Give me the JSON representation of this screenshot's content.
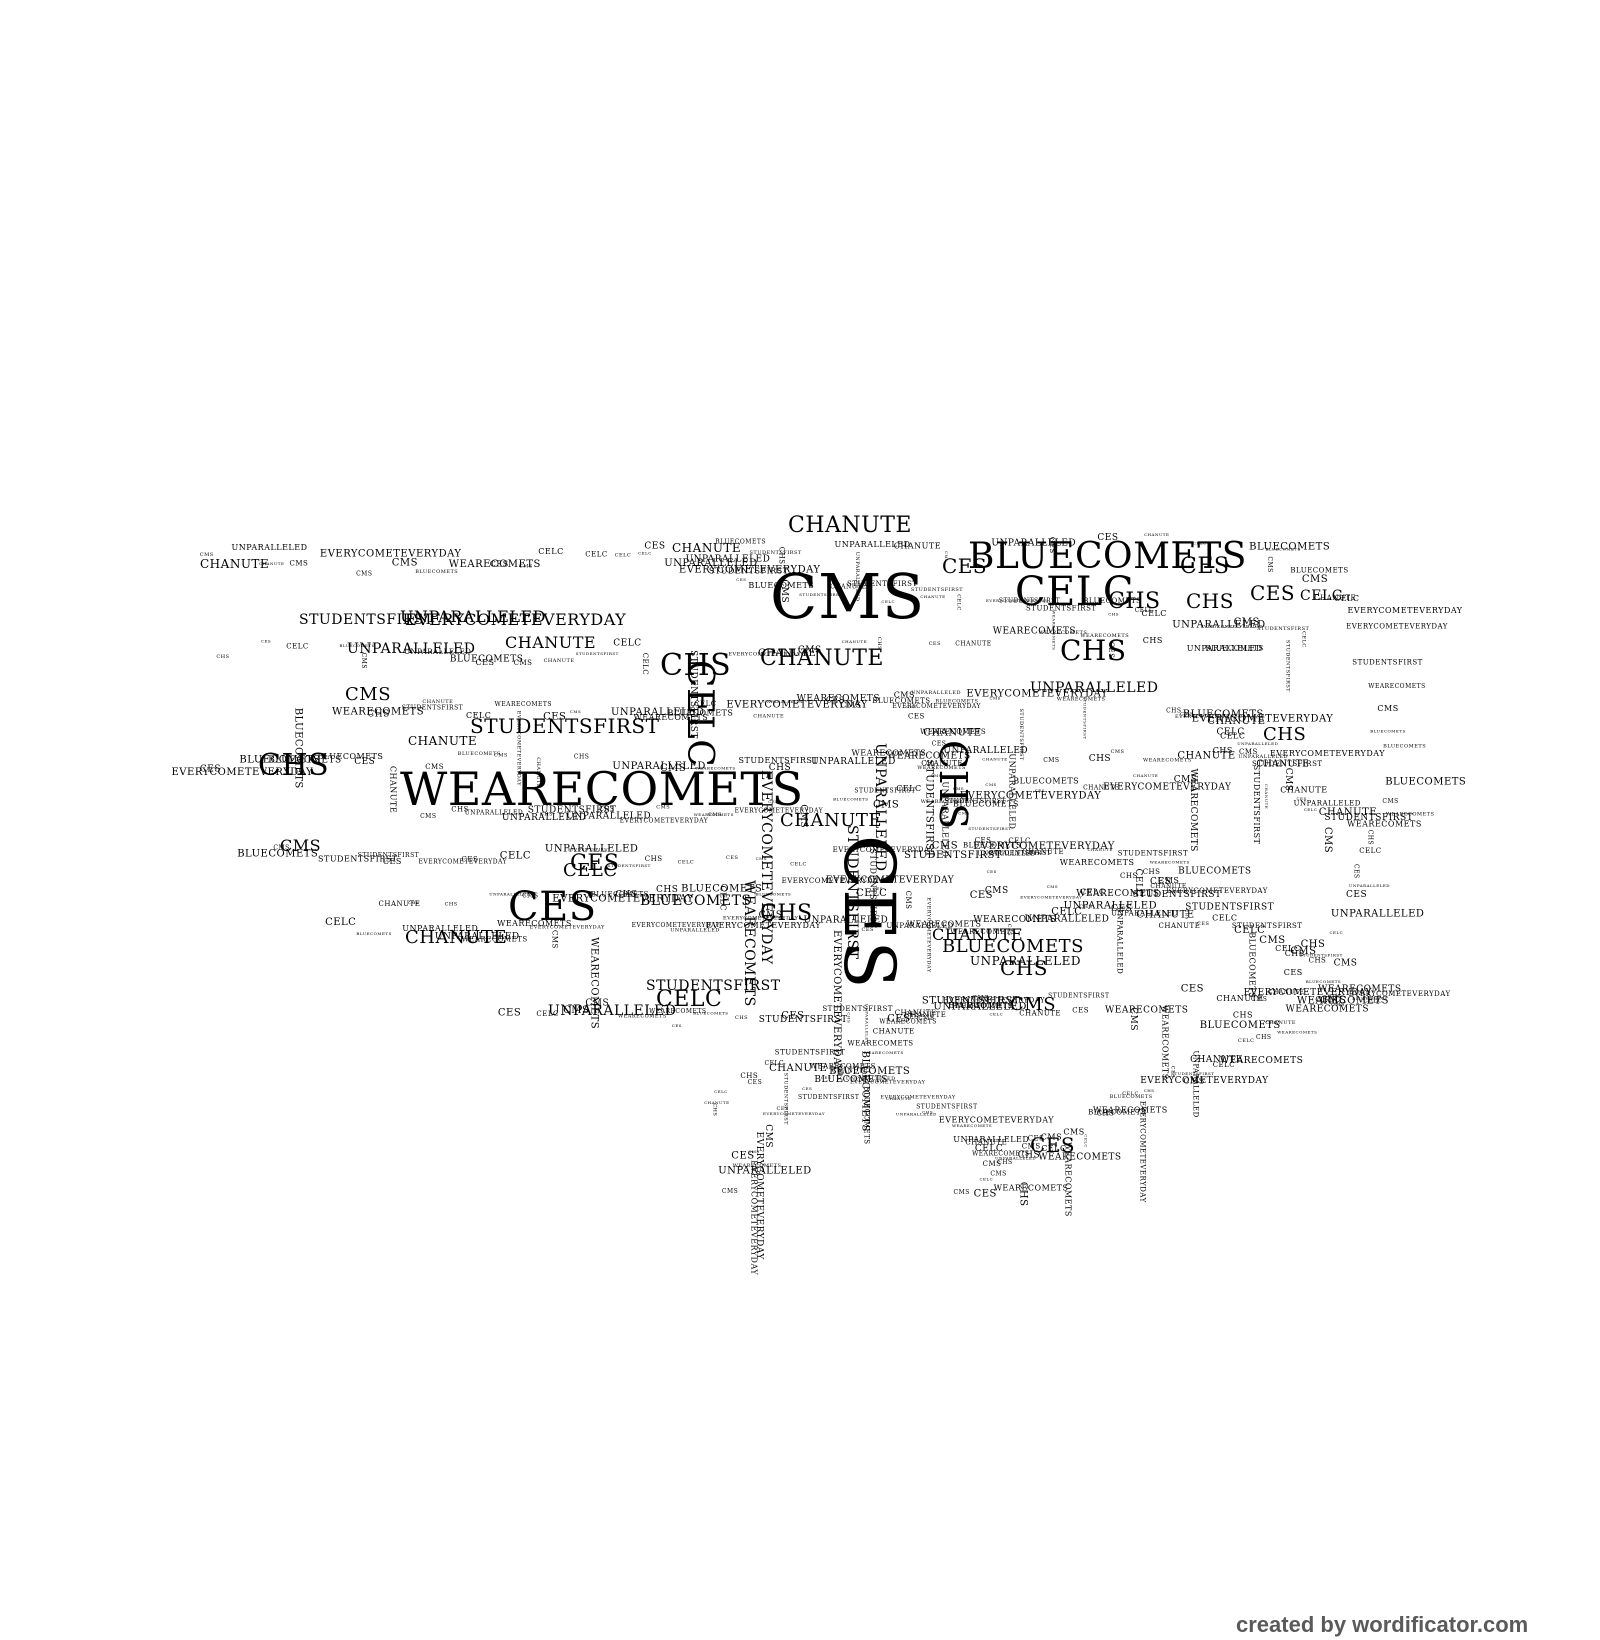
{
  "words": [
    "WEARECOMETS",
    "CMS",
    "CES",
    "BLUECOMETS",
    "CELC",
    "CHS",
    "CHANUTE",
    "STUDENTSFIRST",
    "UNPARALLELED",
    "EVERYCOMETEVERYDAY"
  ],
  "credit": "created by wordificator.com",
  "colors": {
    "text": "#000000",
    "credit": "#5a5a5a",
    "background": "#ffffff"
  }
}
